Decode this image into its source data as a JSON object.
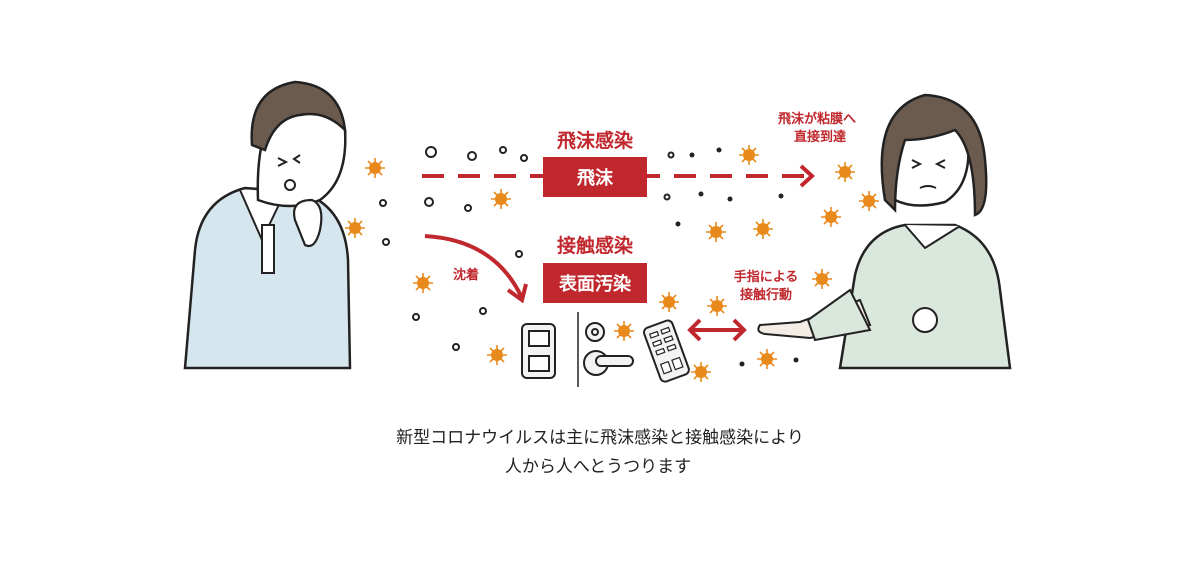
{
  "droplet_infection": {
    "title": "飛沫感染",
    "box": "飛沫"
  },
  "contact_infection": {
    "title": "接触感染",
    "box": "表面汚染"
  },
  "deposition_label": "沈着",
  "mucosa_note": {
    "line1": "飛沫が粘膜へ",
    "line2": "直接到達"
  },
  "hand_note": {
    "line1": "手指による",
    "line2": "接触行動"
  },
  "caption": {
    "line1": "新型コロナウイルスは主に飛沫感染と接触感染により",
    "line2": "人から人へとうつります"
  },
  "colors": {
    "accent": "#c0282e",
    "virus": "#e8891c",
    "left_shirt": "#d6e6ee",
    "right_shirt": "#d9e7dc",
    "hair": "#6b5a4e"
  }
}
